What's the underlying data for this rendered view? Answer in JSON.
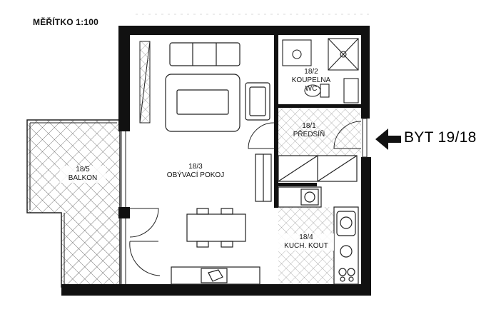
{
  "scale": "MĚŘÍTKO 1:100",
  "unit": "BYT 19/18",
  "rooms": {
    "living": {
      "code": "18/3",
      "name": "OBÝVACÍ POKOJ"
    },
    "bathroom": {
      "code": "18/2",
      "name": "KOUPELNA",
      "sub": "WC"
    },
    "hall": {
      "code": "18/1",
      "name": "PŘEDSÍŇ"
    },
    "kitchen": {
      "code": "18/4",
      "name": "KUCH. KOUT"
    },
    "balcony": {
      "code": "18/5",
      "name": "BALKON"
    }
  },
  "colors": {
    "wall": "#111111",
    "line": "#222222",
    "hatch": "#555555",
    "paper": "#ffffff"
  }
}
